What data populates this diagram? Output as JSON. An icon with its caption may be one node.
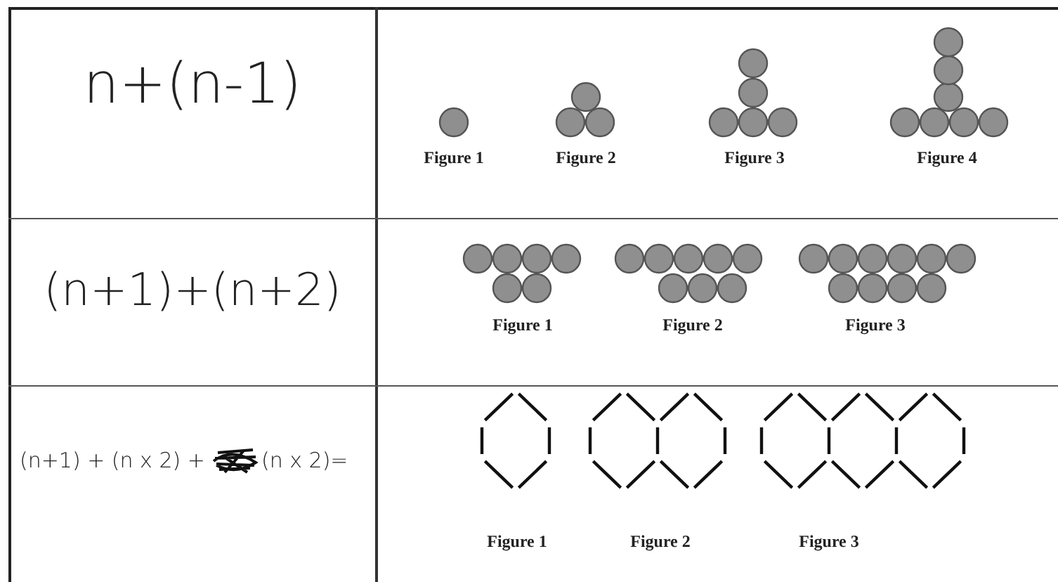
{
  "diagram": {
    "labels": [
      "n+(n-1)",
      "Figure 1",
      "Figure 2",
      "Figure 3",
      "Figure 4",
      "(n+1)+(n+2)",
      "Figure 1",
      "Figure 2",
      "Figure 3",
      "(n+1) + (n x 2) +",
      "(n x 2)=",
      "Figure 1",
      "Figure 2",
      "Figure 3"
    ]
  }
}
